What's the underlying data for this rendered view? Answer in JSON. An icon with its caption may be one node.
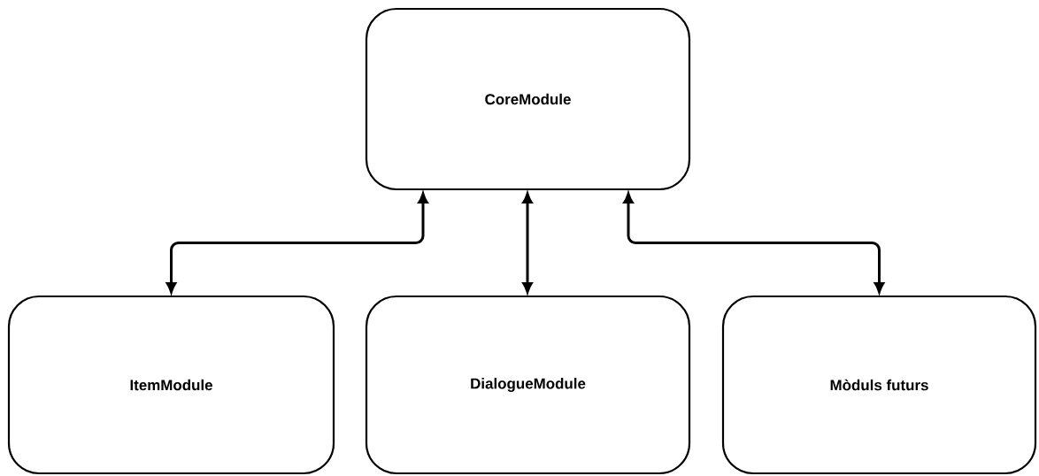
{
  "diagram": {
    "nodes": [
      {
        "text": [
          "CoreModule"
        ]
      },
      {
        "text": [
          "ItemModule"
        ]
      },
      {
        "text": [
          "DialogueModule"
        ]
      },
      {
        "text": [
          "Mòduls futurs"
        ]
      }
    ],
    "edges": [
      {
        "from": 0,
        "to": 1,
        "arrow": "both"
      },
      {
        "from": 0,
        "to": 2,
        "arrow": "both"
      },
      {
        "from": 0,
        "to": 3,
        "arrow": "both"
      }
    ]
  }
}
